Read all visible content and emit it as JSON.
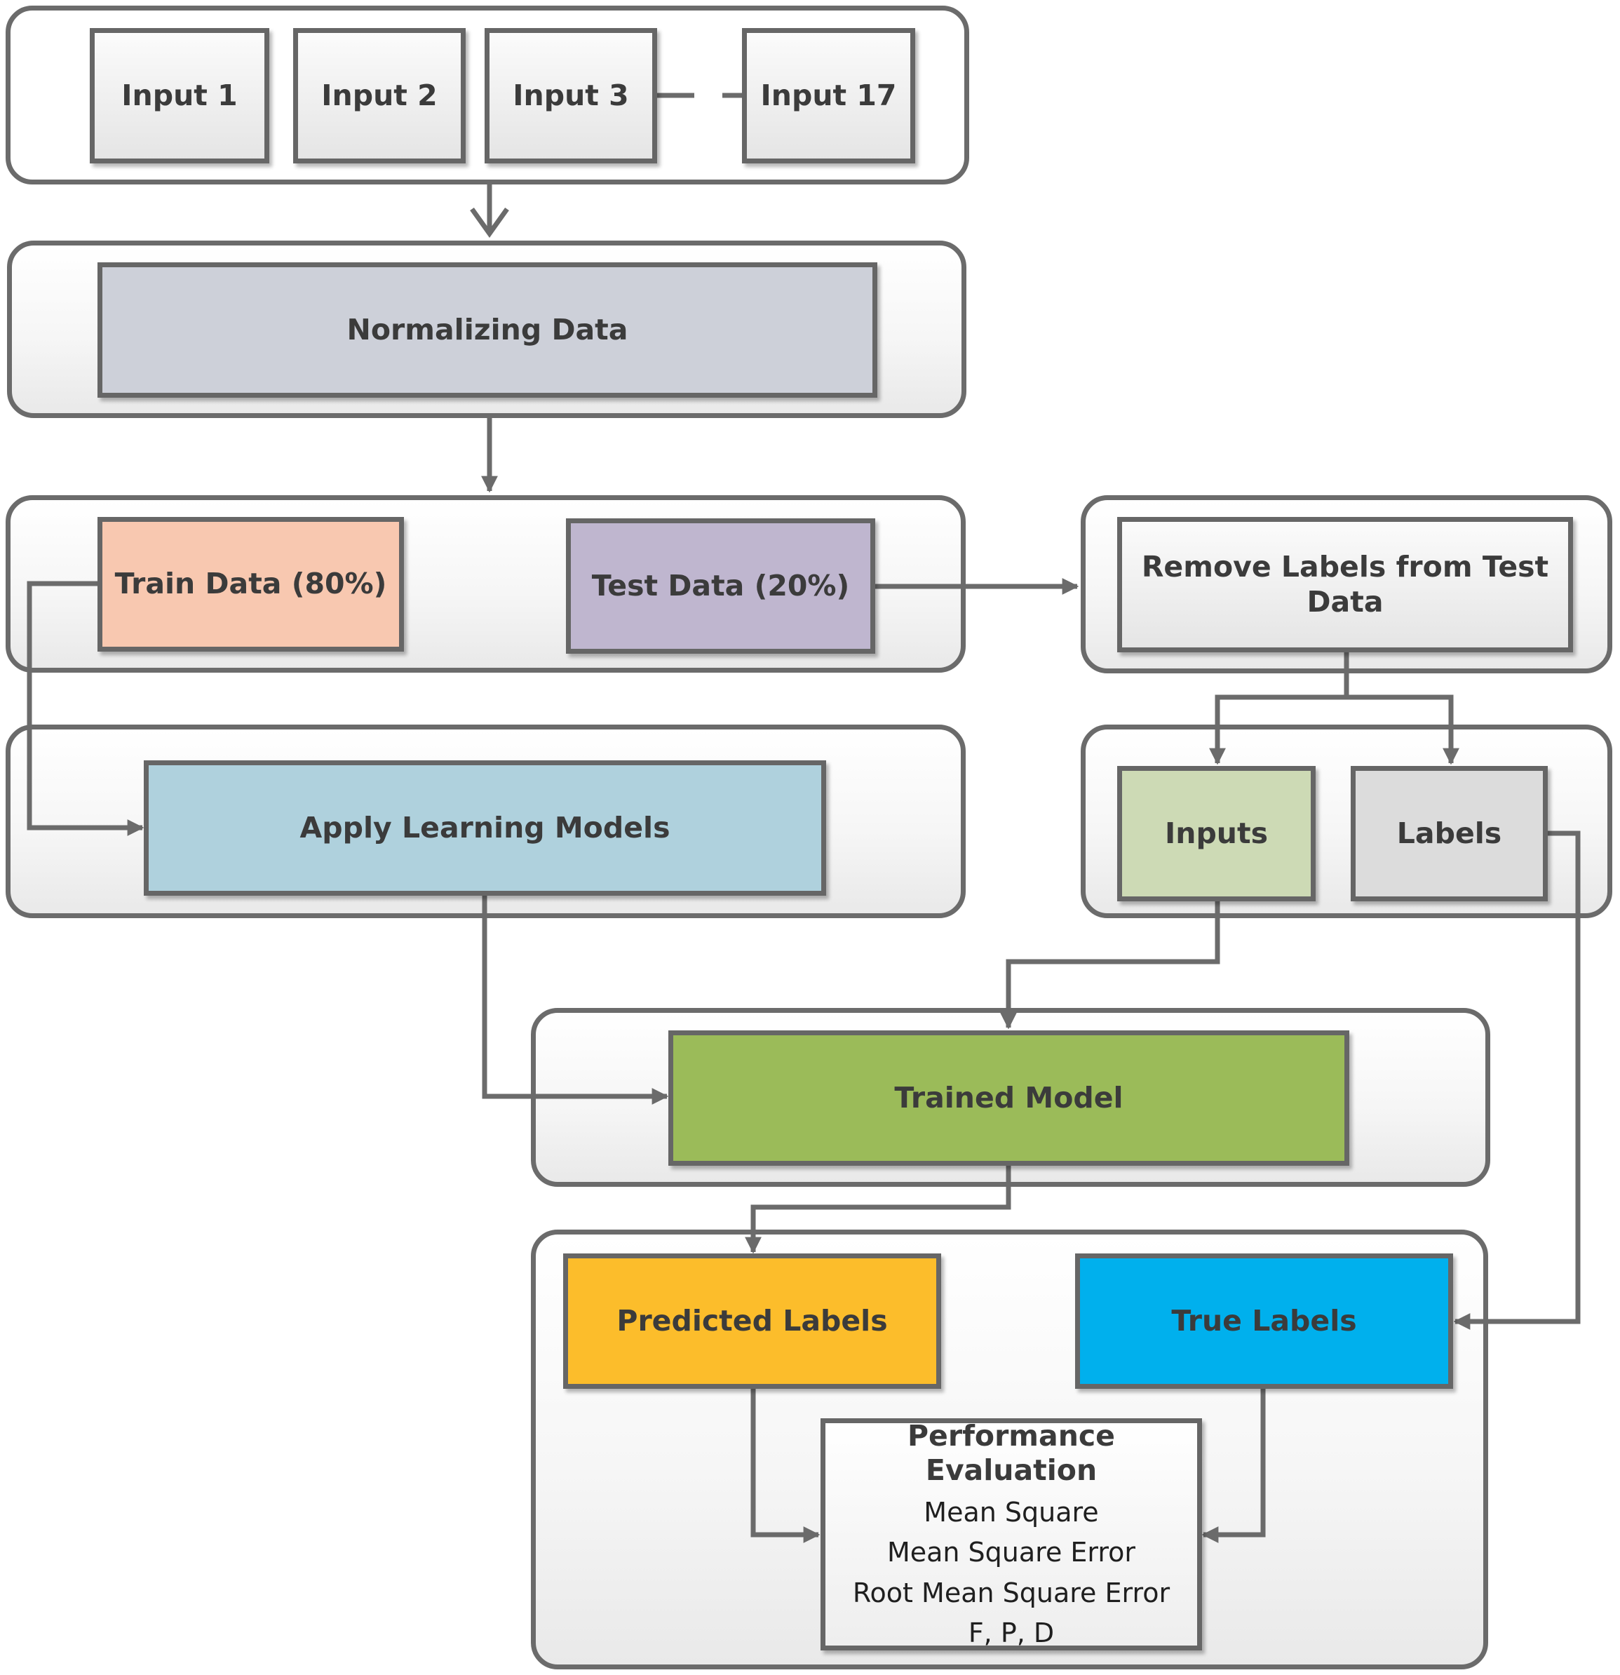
{
  "inputs": [
    "Input 1",
    "Input 2",
    "Input 3",
    "Input 17"
  ],
  "normalizing": "Normalizing Data",
  "train": "Train Data (80%)",
  "test": "Test Data (20%)",
  "remove_labels": "Remove Labels from Test Data",
  "split_inputs": "Inputs",
  "split_labels": "Labels",
  "apply_models": "Apply Learning Models",
  "trained_model": "Trained Model",
  "predicted": "Predicted Labels",
  "true_labels": "True Labels",
  "evaluation": {
    "title": "Performance Evaluation",
    "lines": [
      "Mean Square",
      "Mean Square Error",
      "Root Mean Square Error",
      "F, P, D"
    ]
  },
  "colors": {
    "normalizing": "#cdd0d9",
    "train": "#f8c8b0",
    "test": "#bfb6cf",
    "apply": "#afd1dd",
    "inputs": "#cddab5",
    "labels": "#dcdcdc",
    "trained": "#9bbb59",
    "predicted": "#fcbd2b",
    "true": "#00b0ed",
    "connector": "#6b6b6b"
  }
}
